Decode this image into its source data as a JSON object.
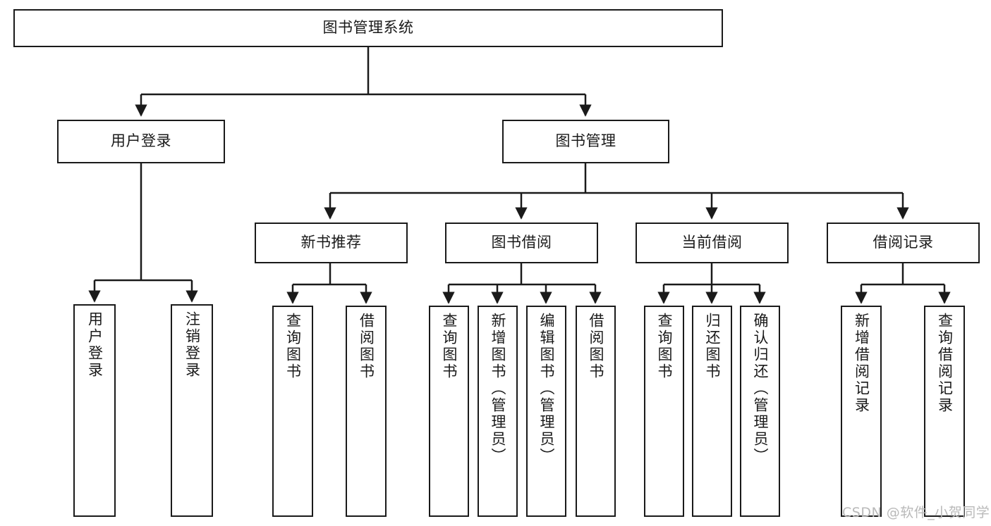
{
  "diagram": {
    "type": "hierarchy-tree",
    "title": "图书管理系统",
    "orientation": "top-down",
    "levels": 4,
    "root": {
      "label": "图书管理系统",
      "children": [
        {
          "label": "用户登录",
          "children": [
            {
              "label": "用户登录"
            },
            {
              "label": "注销登录"
            }
          ]
        },
        {
          "label": "图书管理",
          "children": [
            {
              "label": "新书推荐",
              "children": [
                {
                  "label": "查询图书"
                },
                {
                  "label": "借阅图书"
                }
              ]
            },
            {
              "label": "图书借阅",
              "children": [
                {
                  "label": "查询图书"
                },
                {
                  "label": "新增图书（管理员）"
                },
                {
                  "label": "编辑图书（管理员）"
                },
                {
                  "label": "借阅图书"
                }
              ]
            },
            {
              "label": "当前借阅",
              "children": [
                {
                  "label": "查询图书"
                },
                {
                  "label": "归还图书"
                },
                {
                  "label": "确认归还（管理员）"
                }
              ]
            },
            {
              "label": "借阅记录",
              "children": [
                {
                  "label": "新增借阅记录"
                },
                {
                  "label": "查询借阅记录"
                }
              ]
            }
          ]
        }
      ]
    }
  },
  "nodes": {
    "root": {
      "label": "图书管理系统"
    },
    "l2": [
      {
        "label": "用户登录"
      },
      {
        "label": "图书管理"
      }
    ],
    "l3": [
      {
        "label": "新书推荐"
      },
      {
        "label": "图书借阅"
      },
      {
        "label": "当前借阅"
      },
      {
        "label": "借阅记录"
      }
    ],
    "leaves": [
      {
        "label": "用户登录"
      },
      {
        "label": "注销登录"
      },
      {
        "label": "查询图书"
      },
      {
        "label": "借阅图书"
      },
      {
        "label": "查询图书"
      },
      {
        "label": "新增图书（管理员）"
      },
      {
        "label": "编辑图书（管理员）"
      },
      {
        "label": "借阅图书"
      },
      {
        "label": "查询图书"
      },
      {
        "label": "归还图书"
      },
      {
        "label": "确认归还（管理员）"
      },
      {
        "label": "新增借阅记录"
      },
      {
        "label": "查询借阅记录"
      }
    ]
  },
  "watermark": {
    "text": "CSDN @软件_小贺同学"
  },
  "colors": {
    "stroke": "#1a1a1a",
    "fill": "#ffffff",
    "text": "#1a1a1a",
    "watermark": "#b9b9b9"
  }
}
